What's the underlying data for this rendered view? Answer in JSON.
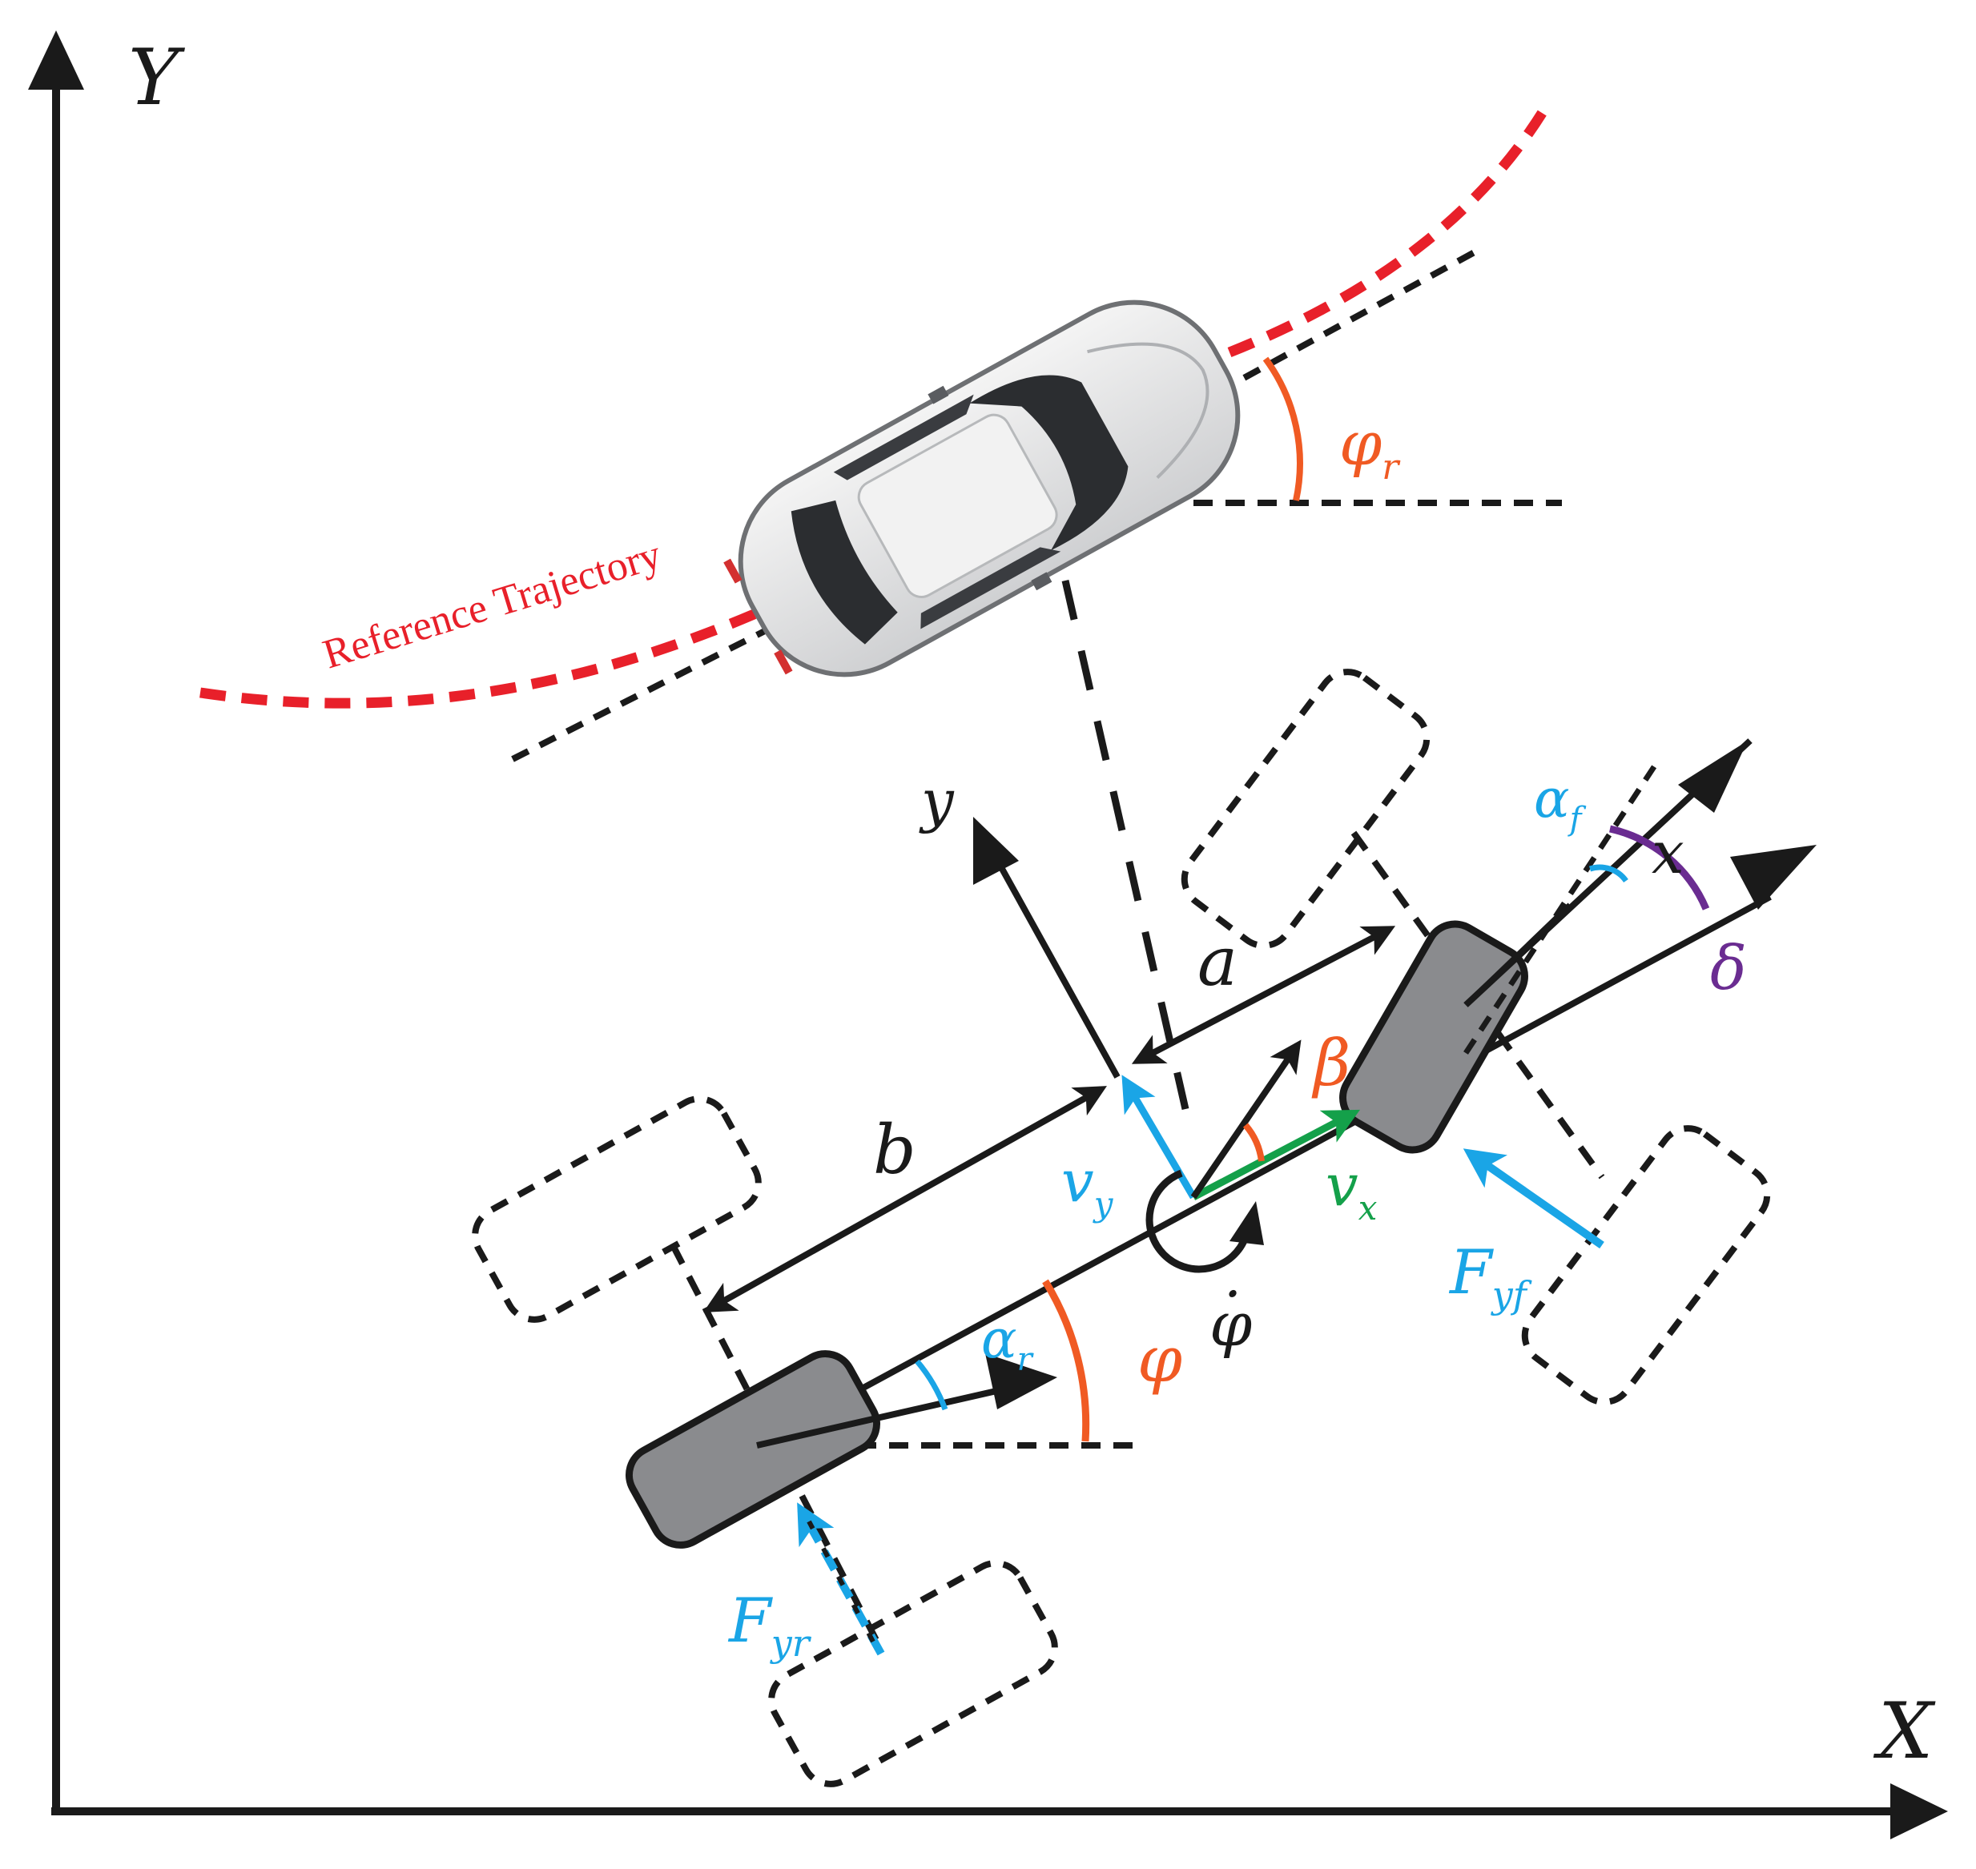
{
  "colors": {
    "black": "#1a1a1a",
    "red": "#e8202a",
    "orange": "#f05a23",
    "blue": "#1aa5e6",
    "green": "#14a04a",
    "purple": "#6a2c91",
    "tire": "#8a8b8e"
  },
  "axes": {
    "x_label": "X",
    "y_label": "Y"
  },
  "reference": {
    "label": "Reference Trajectory"
  },
  "body_axes": {
    "x_label": "x",
    "y_label": "y"
  },
  "lengths": {
    "a": "a",
    "b": "b"
  },
  "angles": {
    "phi_r": {
      "sym": "φ",
      "sub": "r"
    },
    "phi": "φ",
    "phi_dot": "φ",
    "phi_dot_mark": "·",
    "beta": "β",
    "delta": "δ",
    "alpha_f": {
      "sym": "α",
      "sub": "f"
    },
    "alpha_r": {
      "sym": "α",
      "sub": "r"
    }
  },
  "velocities": {
    "vx": {
      "sym": "v",
      "sub": "x"
    },
    "vy": {
      "sym": "v",
      "sub": "y"
    }
  },
  "forces": {
    "fyf": {
      "sym": "F",
      "sub": "yf"
    },
    "fyr": {
      "sym": "F",
      "sub": "yr"
    }
  },
  "icons": {
    "car": "car-topview-icon"
  }
}
